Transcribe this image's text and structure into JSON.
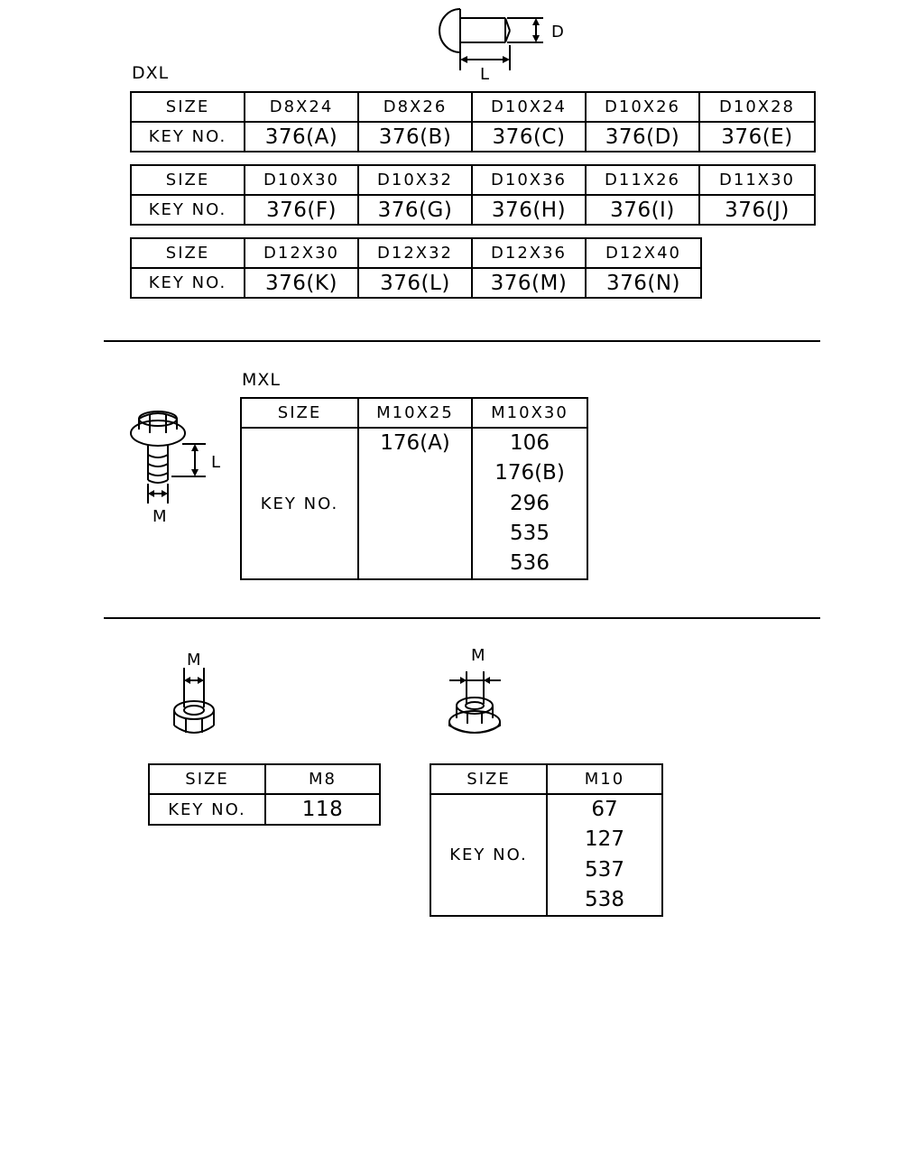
{
  "dxl": {
    "title": "DXL",
    "diagram_labels": {
      "d": "D",
      "l": "L"
    },
    "header_label": "SIZE",
    "key_label": "KEY NO.",
    "tables": [
      {
        "sizes": [
          "D8X24",
          "D8X26",
          "D10X24",
          "D10X26",
          "D10X28"
        ],
        "keys": [
          "376(A)",
          "376(B)",
          "376(C)",
          "376(D)",
          "376(E)"
        ]
      },
      {
        "sizes": [
          "D10X30",
          "D10X32",
          "D10X36",
          "D11X26",
          "D11X30"
        ],
        "keys": [
          "376(F)",
          "376(G)",
          "376(H)",
          "376(I)",
          "376(J)"
        ]
      },
      {
        "sizes": [
          "D12X30",
          "D12X32",
          "D12X36",
          "D12X40"
        ],
        "keys": [
          "376(K)",
          "376(L)",
          "376(M)",
          "376(N)"
        ]
      }
    ]
  },
  "mxl": {
    "title": "MXL",
    "diagram_labels": {
      "l": "L",
      "m": "M"
    },
    "header_label": "SIZE",
    "key_label": "KEY NO.",
    "sizes": [
      "M10X25",
      "M10X30"
    ],
    "keys_col1": [
      "176(A)"
    ],
    "keys_col2": [
      "106",
      "176(B)",
      "296",
      "535",
      "536"
    ]
  },
  "nut_m8": {
    "diagram_label": "M",
    "header_label": "SIZE",
    "key_label": "KEY NO.",
    "size": "M8",
    "key": "118"
  },
  "nut_m10": {
    "diagram_label": "M",
    "header_label": "SIZE",
    "key_label": "KEY NO.",
    "size": "M10",
    "keys": [
      "67",
      "127",
      "537",
      "538"
    ]
  }
}
